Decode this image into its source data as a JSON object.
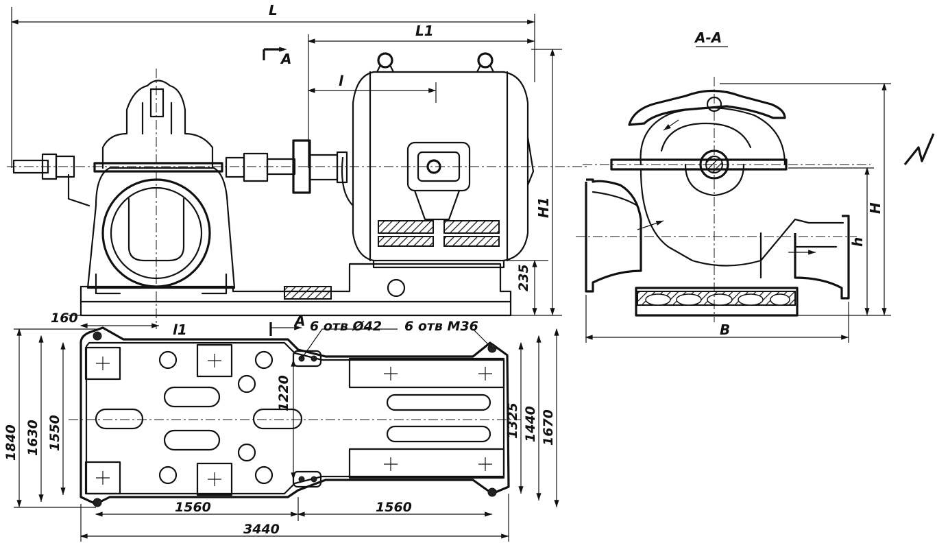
{
  "dimensions": {
    "L": "L",
    "L1": "L1",
    "l": "l",
    "l1": "l1",
    "H": "H",
    "H1": "H1",
    "h": "h",
    "B": "B",
    "d235": "235",
    "d160": "160",
    "d1840": "1840",
    "d1630": "1630",
    "d1550": "1550",
    "d1220": "1220",
    "d1325": "1325",
    "d1440": "1440",
    "d1670": "1670",
    "d1560a": "1560",
    "d1560b": "1560",
    "d3440": "3440"
  },
  "section": {
    "title": "A-A",
    "mark_top": "A",
    "mark_plan": "A"
  },
  "notes": {
    "holes_42": "6 отв Ø42",
    "holes_m36": "6 отв М36"
  }
}
